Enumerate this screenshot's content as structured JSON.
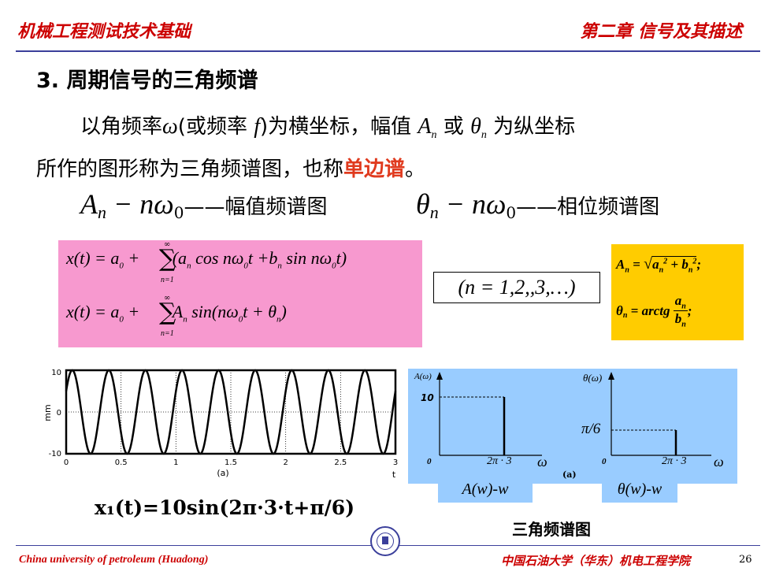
{
  "header": {
    "left": "机械工程测试技术基础",
    "right": "第二章 信号及其描述"
  },
  "section_title": "3. 周期信号的三角频谱",
  "para": {
    "l1_a": "以角频率",
    "l1_omega": "ω",
    "l1_b": "(或频率 ",
    "l1_f": "f",
    "l1_c": ")为横坐标，幅值 ",
    "l1_An": "A",
    "l1_n1": "n",
    "l1_d": " 或 ",
    "l1_theta": "θ",
    "l1_n2": "n",
    "l1_e": " 为纵坐标",
    "l2_a": "所作的图形称为三角频谱图，也称",
    "l2_hl": "单边谱",
    "l2_b": "。"
  },
  "spectra": {
    "amp_expr_A": "A",
    "amp_expr_n": "n",
    "amp_expr_mid": " − nω",
    "amp_expr_0": "0",
    "amp_label": "——幅值频谱图",
    "phase_expr_theta": "θ",
    "phase_expr_n": "n",
    "phase_expr_mid": " − nω",
    "phase_expr_0": "0",
    "phase_label": "——相位频谱图"
  },
  "formula_box": {
    "f1_lhs": "x(t) = a",
    "f1_sub0": "0",
    "f1_plus": " + ",
    "f1_body": "(a",
    "f1_n": "n",
    "f1_cos": " cos nω",
    "f1_0": "0",
    "f1_t": "t +b",
    "f1_n2": "n",
    "f1_sin": " sin nω",
    "f1_02": "0",
    "f1_end": "t)",
    "f2_lhs": "x(t) = a",
    "f2_sub0": "0",
    "f2_plus": " + ",
    "f2_A": "A",
    "f2_n": "n",
    "f2_sin": " sin(nω",
    "f2_0": "0",
    "f2_t": "t + θ",
    "f2_n2": "n",
    "f2_end": ")",
    "sum_top": "∞",
    "sum_sym": "∑",
    "sum_bot": "n=1"
  },
  "n_range": "(n = 1,2,,3,…)",
  "yellow_box": {
    "An": "A",
    "An_sub": "n",
    "eq": " = ",
    "a": "a",
    "a_sub": "n",
    "a_sup": "2",
    "plus": " + ",
    "b": "b",
    "b_sub": "n",
    "b_sup": "2",
    "semi": ";",
    "theta": "θ",
    "theta_sub": "n",
    "eq2": " = arctg ",
    "num": "a",
    "num_sub": "n",
    "den": "b",
    "den_sub": "n",
    "semi2": ";"
  },
  "waveform_plot": {
    "ylabel": "mm",
    "xlabel_t": "t",
    "caption": "(a)",
    "yticks": [
      "10",
      "0",
      "-10"
    ],
    "xticks": [
      "0",
      "0.5",
      "1",
      "1.5",
      "2",
      "2.5",
      "3"
    ]
  },
  "signal_formula": "x₁(t)=10sin(2π·3·t+π/6)",
  "spectrum_panel": {
    "amp_ylabel": "A(ω)",
    "amp_value": "10",
    "amp_origin": "0",
    "amp_xtick": "2π · 3",
    "amp_xlabel": "ω",
    "phase_ylabel": "θ(ω)",
    "phase_value": "π/6",
    "phase_origin": "0",
    "phase_xtick": "2π · 3",
    "phase_xlabel": "ω",
    "caption": "(a)",
    "amp_box": "A(w)-w",
    "phase_box": "θ(w)-w"
  },
  "spectrum_caption": "三角频谱图",
  "footer": {
    "left": "China university of petroleum (Huadong)",
    "right": "中国石油大学（华东）机电工程学院",
    "page": "26"
  },
  "chart_data": {
    "type": "line",
    "series": [
      {
        "values": [],
        "function": "10*sin(2*pi*3*t + pi/6)"
      }
    ],
    "xlim": [
      0,
      3
    ],
    "ylim": [
      -10,
      10
    ],
    "amplitude": 10,
    "frequency": 3,
    "phase": 0.5236,
    "grid": true
  },
  "colors": {
    "header_red": "#cc0000",
    "rule_blue": "#3b3f9b",
    "pink_box": "#f799cf",
    "yellow_box": "#ffcc00",
    "blue_panel": "#99ccff",
    "highlight": "#e03a1e"
  }
}
